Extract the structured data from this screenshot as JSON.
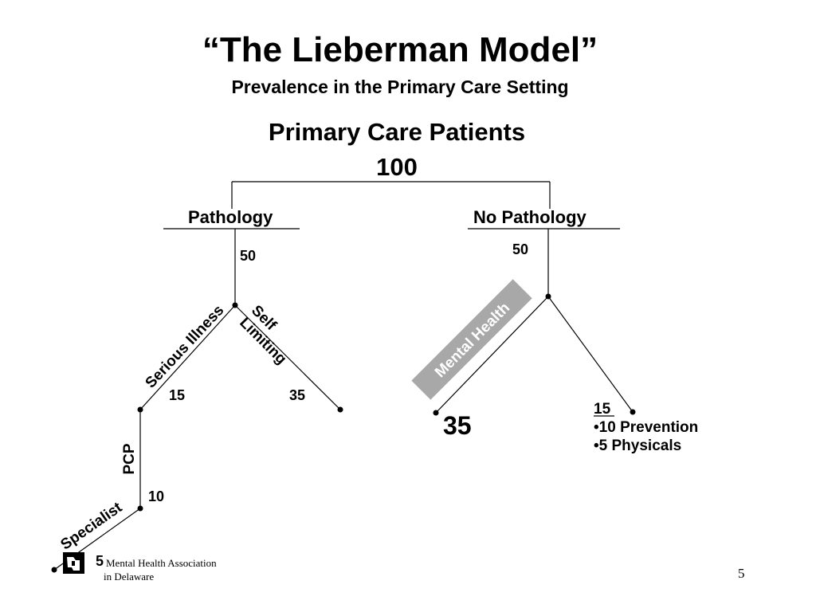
{
  "title": "“The Lieberman Model”",
  "subtitle": "Prevalence in the Primary Care Setting",
  "tree": {
    "root": {
      "label": "Primary Care Patients",
      "value": "100"
    },
    "pathology": {
      "label": "Pathology",
      "value": "50",
      "serious_illness": {
        "label": "Serious Illness",
        "value": "15",
        "pcp": {
          "label": "PCP",
          "value": "10"
        },
        "specialist": {
          "label": "Specialist",
          "value": "5"
        }
      },
      "self_limiting": {
        "label_line1": "Self",
        "label_line2": "Limiting",
        "value": "35"
      }
    },
    "no_pathology": {
      "label": "No Pathology",
      "value": "50",
      "mental_health": {
        "label": "Mental Health",
        "value": "35"
      },
      "other": {
        "value": "15",
        "items": [
          "•10 Prevention",
          "•5 Physicals"
        ]
      }
    }
  },
  "footer": {
    "org_line1": "Mental Health Association",
    "org_line2": "in Delaware",
    "page_number": "5"
  },
  "colors": {
    "mental_health_box": "#a8a8a8",
    "line": "#000000"
  }
}
